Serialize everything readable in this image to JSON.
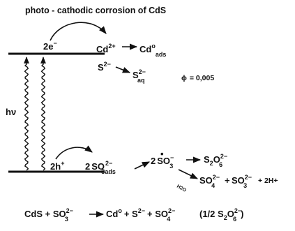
{
  "title": "photo - cathodic corrosion of CdS",
  "excitation": {
    "label": "hν"
  },
  "conduction_band": {
    "electrons": {
      "count": "2",
      "particle": "e",
      "charge": "−"
    },
    "cd_ion": {
      "symbol": "Cd",
      "charge": "2+"
    },
    "cd_ads": {
      "symbol": "Cd",
      "sup": "o",
      "sub": "ads"
    },
    "s_ion": {
      "symbol": "S",
      "charge": "2−"
    },
    "s_aq": {
      "symbol": "S",
      "sup": "2−",
      "sub": "aq"
    }
  },
  "quantum_yield": {
    "symbol": "ϕ",
    "value": "= 0,005"
  },
  "valence_band": {
    "holes": {
      "count": "2",
      "particle": "h",
      "charge": "+"
    },
    "thiosulfate_ads": {
      "coef": "2",
      "formula": "SO",
      "sub": "3",
      "charge": "2−",
      "ads": "ads"
    },
    "radical": {
      "coef": "2",
      "formula": "S",
      "dot": "•",
      "formula2": "O",
      "sub": "3",
      "charge": "−"
    },
    "tetrathionate": {
      "s": "S",
      "s_sub": "2",
      "o": "O",
      "o_sub": "6",
      "charge": "2−"
    },
    "water": "H2O",
    "sulfate": {
      "formula": "SO",
      "sub": "4",
      "charge": "2−"
    },
    "sulfite": {
      "formula": "SO",
      "sub": "3",
      "charge": "2−"
    },
    "protons": "+ 2H+"
  },
  "overall": {
    "lhs": "CdS + SO",
    "lhs_sub": "3",
    "lhs_charge": "2−",
    "rhs1": "Cd",
    "rhs1_sup": "o",
    "rhs2": "+ S",
    "rhs2_sup": "2−",
    "rhs3": "+ SO",
    "rhs3_sub": "4",
    "rhs3_sup": "2−",
    "paren": "(1/2 S",
    "paren_sub1": "2",
    "paren_o": "O",
    "paren_sub2": "6",
    "paren_sup": "2−",
    "paren_close": ")"
  },
  "plus_sign": "+"
}
